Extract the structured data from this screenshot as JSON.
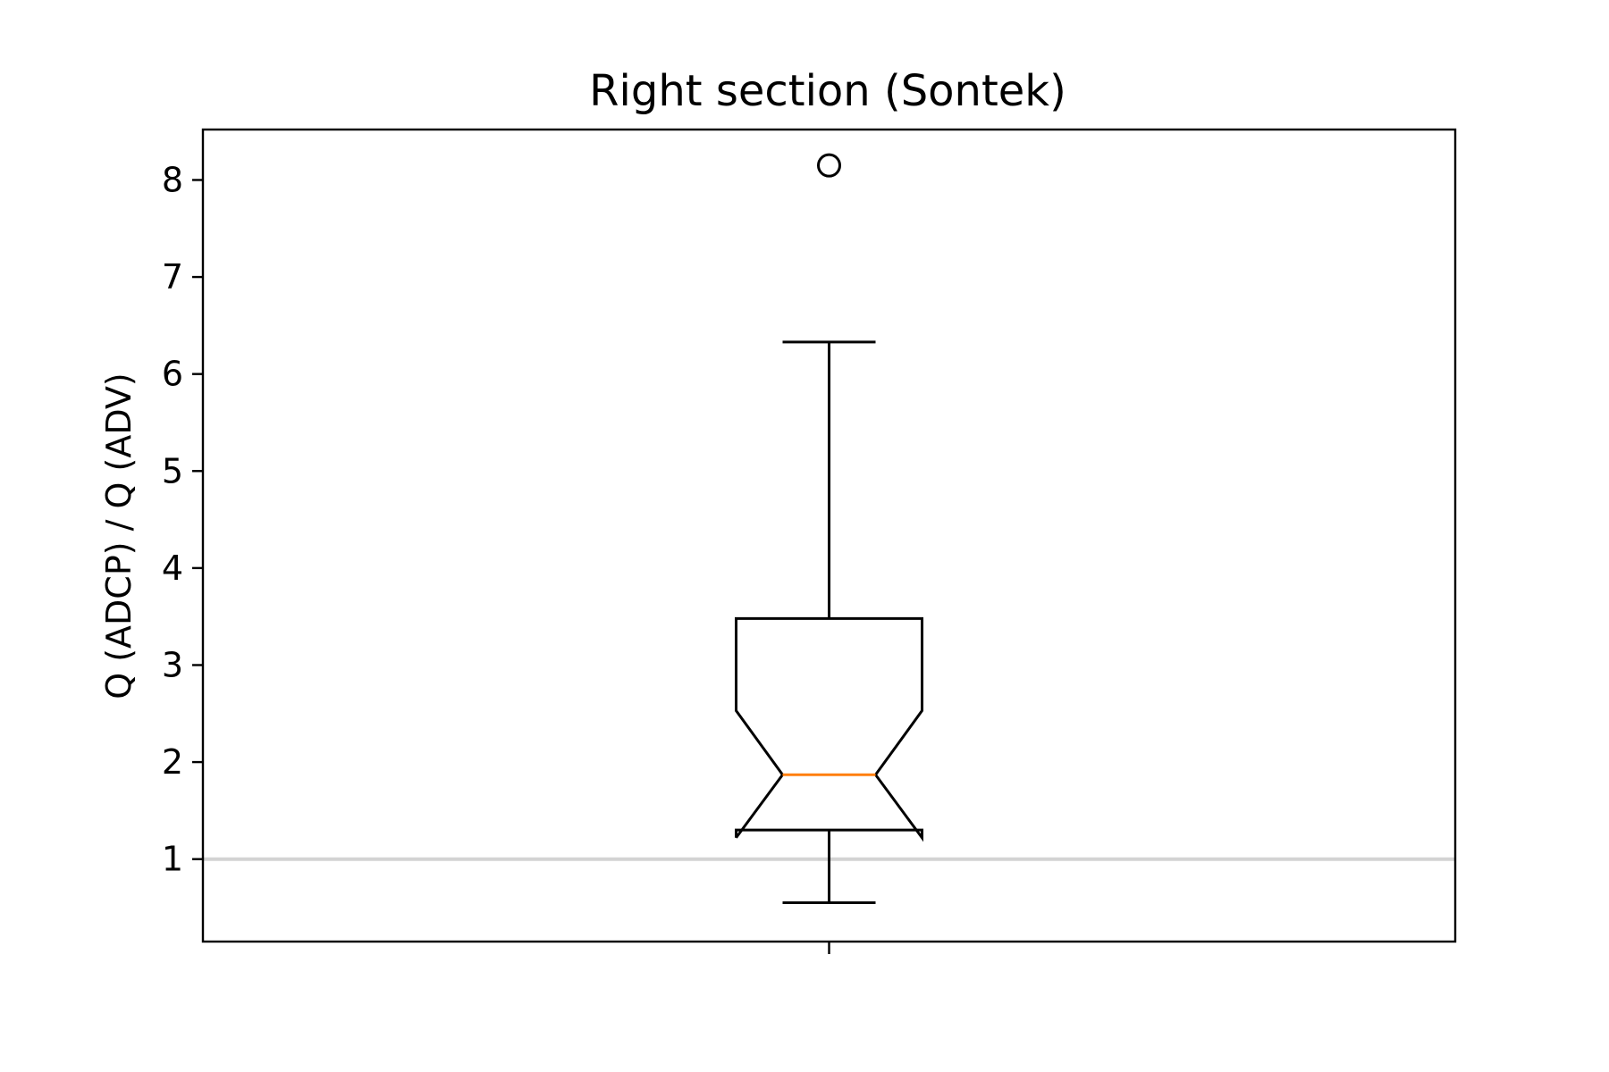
{
  "chart_data": {
    "type": "boxplot",
    "title": "Right section (Sontek)",
    "xlabel": "",
    "ylabel": "Q (ADCP) / Q (ADV)",
    "ylim": [
      0.15,
      8.52
    ],
    "yticks": [
      1,
      2,
      3,
      4,
      5,
      6,
      7,
      8
    ],
    "grid": false,
    "notched": true,
    "boxes": [
      {
        "whisker_low": 0.55,
        "q1": 1.3,
        "median": 1.87,
        "q3": 3.48,
        "whisker_high": 6.33,
        "notch_low": 1.22,
        "notch_high": 2.53,
        "outliers": [
          8.15
        ]
      }
    ],
    "reference_line": {
      "y": 1,
      "color": "#d3d3d3"
    },
    "colors": {
      "box": "#000000",
      "median": "#ff7f0e",
      "reference": "#d3d3d3"
    }
  }
}
